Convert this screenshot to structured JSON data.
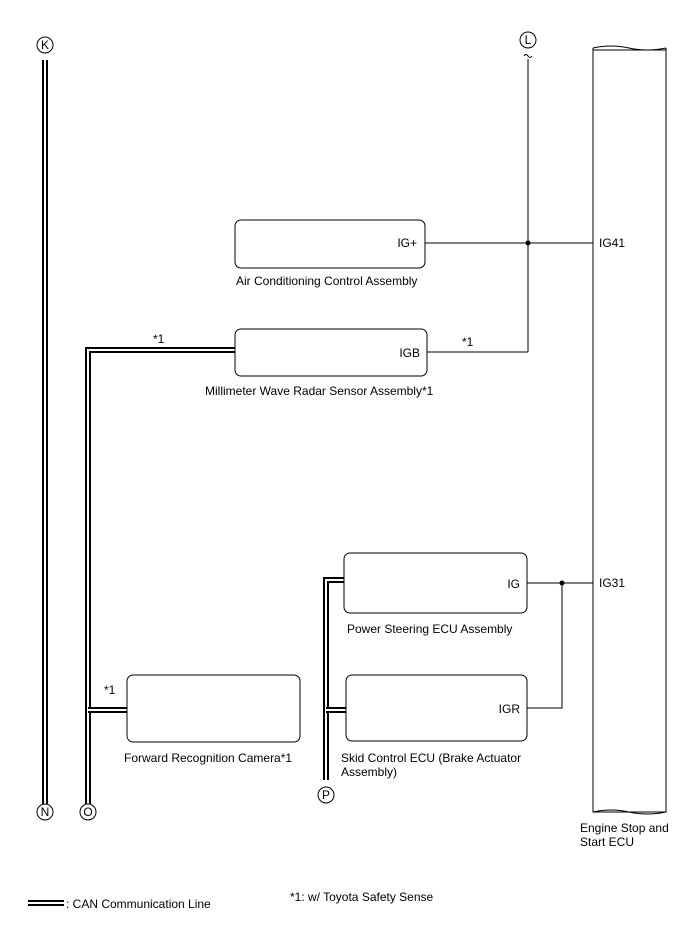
{
  "connectors": {
    "K": "K",
    "L": "L",
    "N": "N",
    "O": "O",
    "P": "P"
  },
  "components": {
    "air_conditioning": {
      "name": "Air Conditioning Control Assembly",
      "pin": "IG+"
    },
    "millimeter_wave": {
      "name": "Millimeter Wave Radar Sensor Assembly*1",
      "pin": "IGB",
      "note_left": "*1",
      "note_right": "*1"
    },
    "power_steering": {
      "name": "Power Steering ECU Assembly",
      "pin": "IG"
    },
    "skid_control": {
      "name_line1": "Skid Control ECU (Brake Actuator",
      "name_line2": "Assembly)",
      "pin": "IGR"
    },
    "forward_camera": {
      "name": "Forward Recognition Camera*1",
      "note": "*1"
    },
    "engine_ecu": {
      "name_line1": "Engine Stop and",
      "name_line2": "Start ECU",
      "pin_ig41": "IG41",
      "pin_ig31": "IG31"
    }
  },
  "legend": {
    "can_line": ": CAN Communication Line",
    "note": "*1: w/ Toyota Safety Sense"
  }
}
